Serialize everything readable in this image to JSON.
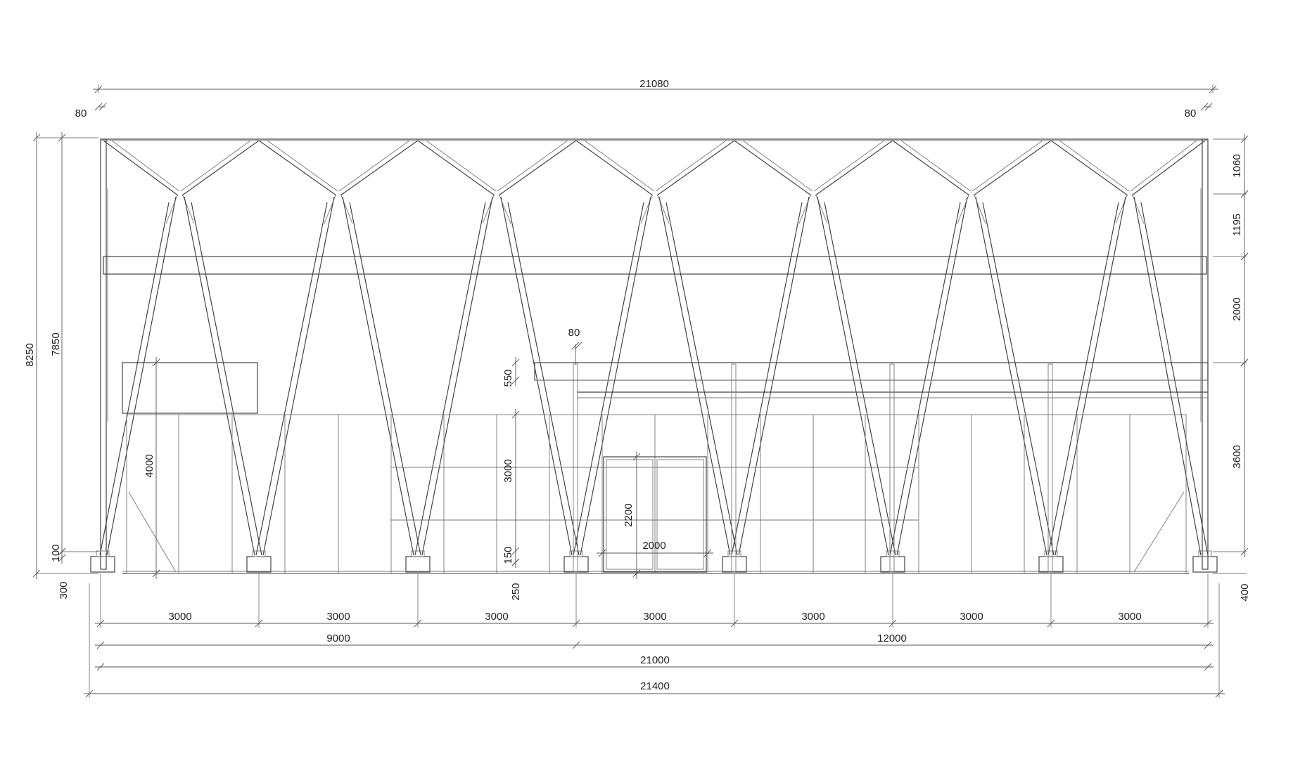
{
  "colors": {
    "line": "#444444",
    "text": "#222222",
    "background": "#ffffff"
  },
  "dimensions": {
    "overall_top": "21080",
    "offset_left": "80",
    "offset_right": "80",
    "total_height": "8250",
    "height_to_beam": "7850",
    "left_plinth": "100",
    "left_foundation": "300",
    "panel_height": "4000",
    "canopy_top_offset": "80",
    "canopy_depth": "550",
    "glazing_height": "3000",
    "door_height": "2200",
    "door_width": "2000",
    "sill_height": "150",
    "base_height": "250",
    "right_truss_depth": "1060",
    "right_diagonal_rise": "1195",
    "right_beam_zone": "2000",
    "right_lower_zone": "3600",
    "right_foundation": "400",
    "bays": [
      "3000",
      "3000",
      "3000",
      "3000",
      "3000",
      "3000",
      "3000"
    ],
    "group_left": "9000",
    "group_right": "12000",
    "axis_total": "21000",
    "overall_bottom": "21400"
  }
}
